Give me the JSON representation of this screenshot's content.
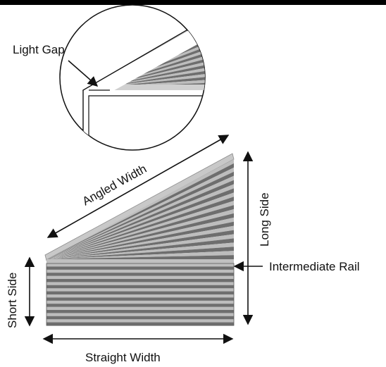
{
  "labels": {
    "light_gap": "Light Gap",
    "angled_width": "Angled Width",
    "long_side": "Long Side",
    "short_side": "Short Side",
    "intermediate_rail": "Intermediate Rail",
    "straight_width": "Straight Width"
  },
  "colors": {
    "top_border": "#000000",
    "line": "#111111",
    "pleat_dark": "#6e6e6e",
    "pleat_light": "#bdbdbd"
  }
}
